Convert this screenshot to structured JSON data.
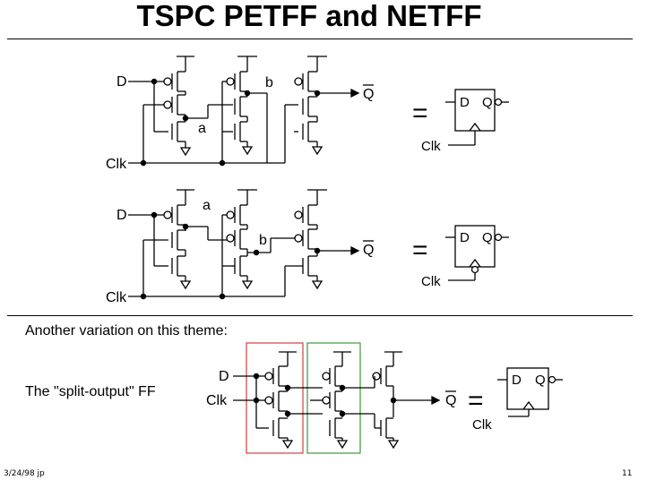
{
  "slide": {
    "title": "TSPC PETFF and NETFF",
    "variation_text": "Another variation on this theme:",
    "split_output_label": "The \"split-output\" FF",
    "footer_left": "3/24/98 jp",
    "footer_right": "11"
  },
  "petff": {
    "input_d": "D",
    "clock": "Clk",
    "node_a": "a",
    "node_b": "b",
    "output_q": "Q",
    "equals": "=",
    "symbol_d": "D",
    "symbol_q": "Q",
    "symbol_clk": "Clk"
  },
  "netff": {
    "input_d": "D",
    "clock": "Clk",
    "node_a": "a",
    "node_b": "b",
    "output_q": "Q",
    "equals": "=",
    "symbol_d": "D",
    "symbol_q": "Q",
    "symbol_clk": "Clk"
  },
  "split_ff": {
    "input_d": "D",
    "clock": "Clk",
    "output_q": "Q",
    "equals": "=",
    "symbol_d": "D",
    "symbol_q": "Q",
    "symbol_clk": "Clk",
    "colors": {
      "stage1_box": "#d04040",
      "stage2_box": "#3a9a3a"
    }
  }
}
